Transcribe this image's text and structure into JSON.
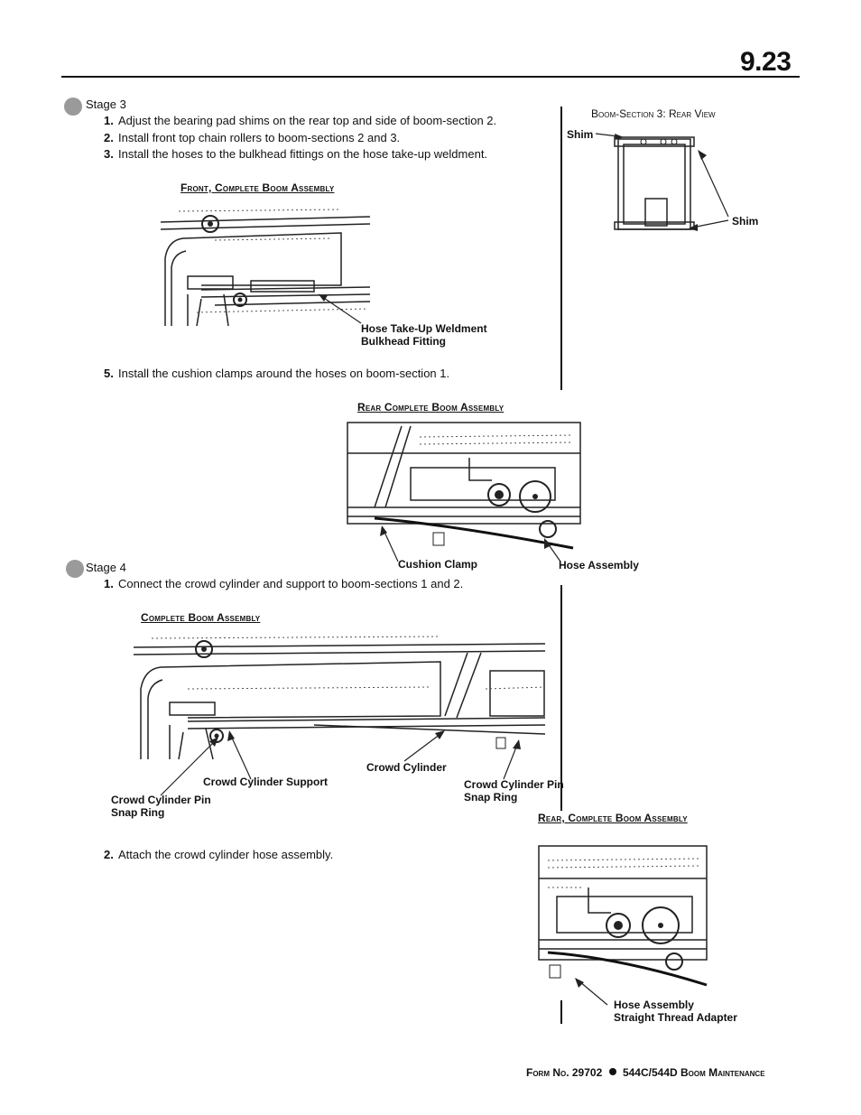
{
  "page_number": "9.23",
  "stage3": {
    "label": "Stage 3",
    "steps": [
      {
        "num": "1.",
        "text": "Adjust the bearing pad shims on the rear top and side of boom-section 2."
      },
      {
        "num": "2.",
        "text": "Install front top chain rollers to boom-sections 2 and 3."
      },
      {
        "num": "3.",
        "text": "Install the hoses to the bulkhead fittings on the hose take-up weldment."
      }
    ],
    "step5": {
      "num": "5.",
      "text": "Install the cushion clamps around the hoses on boom-section 1."
    }
  },
  "fig_front": {
    "caption": "Front, Complete Boom Assembly",
    "label": "Hose Take-Up Weldment\nBulkhead Fitting"
  },
  "fig_rearview": {
    "caption": "Boom-Section 3: Rear View",
    "label_left": "Shim",
    "label_right": "Shim"
  },
  "fig_rear": {
    "caption": "Rear Complete Boom Assembly",
    "label_clamp": "Cushion Clamp",
    "label_hose": "Hose Assembly"
  },
  "stage4": {
    "label": "Stage 4",
    "steps": [
      {
        "num": "1.",
        "text": "Connect the crowd cylinder and support to boom-sections 1 and 2."
      },
      {
        "num": "2.",
        "text": "Attach the crowd cylinder hose assembly."
      }
    ]
  },
  "fig_complete": {
    "caption": "Complete Boom Assembly",
    "label_support": "Crowd Cylinder Support",
    "label_cylinder": "Crowd Cylinder",
    "label_pin_left": "Crowd Cylinder Pin\nSnap Ring",
    "label_pin_right": "Crowd Cylinder Pin\nSnap Ring"
  },
  "fig_rear2": {
    "caption": "Rear, Complete Boom Assembly",
    "label": "Hose Assembly\nStraight Thread Adapter"
  },
  "footer": {
    "form": "Form No. 29702",
    "title": "544C/544D Boom Maintenance"
  }
}
